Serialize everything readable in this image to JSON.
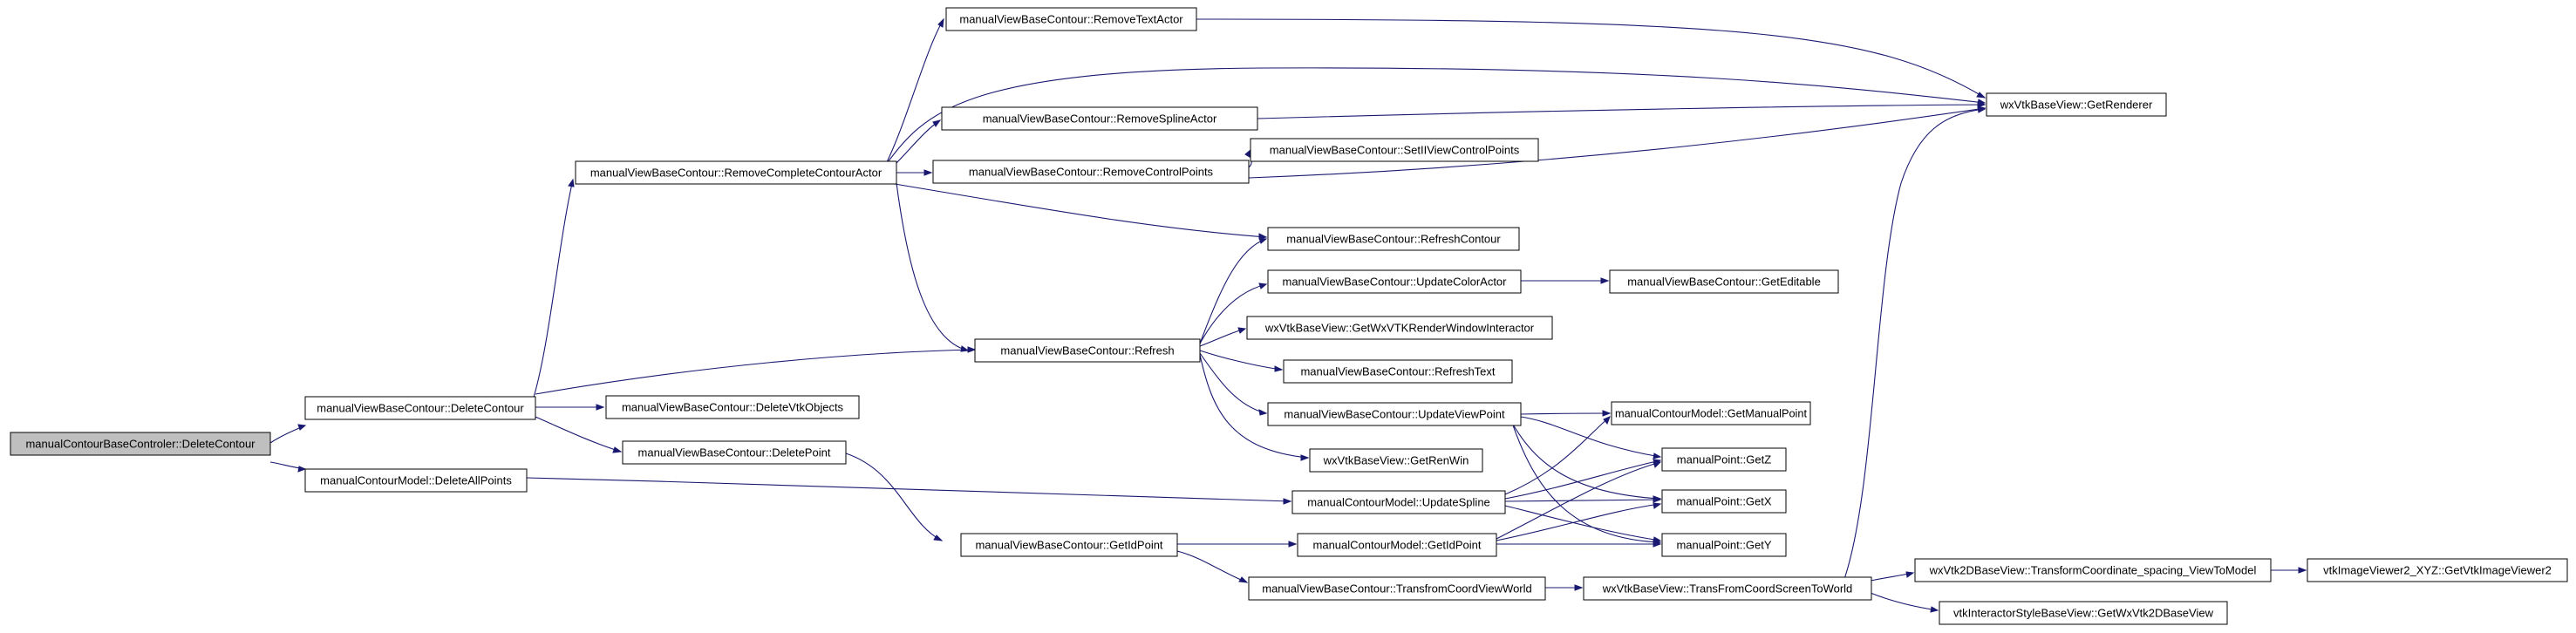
{
  "colors": {
    "edge": "#191970",
    "current_node_fill": "#bfbfbf",
    "node_fill": "#ffffff",
    "node_border": "#000000"
  },
  "nodes": {
    "n0": "manualContourBaseControler::DeleteContour",
    "n1": "manualViewBaseContour::DeleteContour",
    "n2": "manualContourModel::DeleteAllPoints",
    "n3": "manualViewBaseContour::RemoveCompleteContourActor",
    "n4": "manualViewBaseContour::DeleteVtkObjects",
    "n5": "manualViewBaseContour::DeletePoint",
    "n6": "manualViewBaseContour::Refresh",
    "n7": "manualViewBaseContour::RemoveTextActor",
    "n8": "manualViewBaseContour::RemoveSplineActor",
    "n9": "manualViewBaseContour::RemoveControlPoints",
    "n10": "manualViewBaseContour::SetIIViewControlPoints",
    "n11": "manualViewBaseContour::RefreshContour",
    "n12": "manualViewBaseContour::UpdateColorActor",
    "n13": "manualViewBaseContour::GetEditable",
    "n14": "wxVtkBaseView::GetWxVTKRenderWindowInteractor",
    "n15": "manualViewBaseContour::RefreshText",
    "n16": "manualViewBaseContour::UpdateViewPoint",
    "n17": "wxVtkBaseView::GetRenWin",
    "n18": "manualContourModel::UpdateSpline",
    "n19": "manualViewBaseContour::GetIdPoint",
    "n20": "manualContourModel::GetIdPoint",
    "n21": "manualViewBaseContour::TransfromCoordViewWorld",
    "n22": "wxVtkBaseView::TransFromCoordScreenToWorld",
    "n23": "wxVtkBaseView::GetRenderer",
    "n24": "manualContourModel::GetManualPoint",
    "n25": "manualPoint::GetZ",
    "n26": "manualPoint::GetX",
    "n27": "manualPoint::GetY",
    "n28": "wxVtk2DBaseView::TransformCoordinate_spacing_ViewToModel",
    "n29": "vtkImageViewer2_XYZ::GetVtkImageViewer2",
    "n30": "vtkInteractorStyleBaseView::GetWxVtk2DBaseView"
  }
}
